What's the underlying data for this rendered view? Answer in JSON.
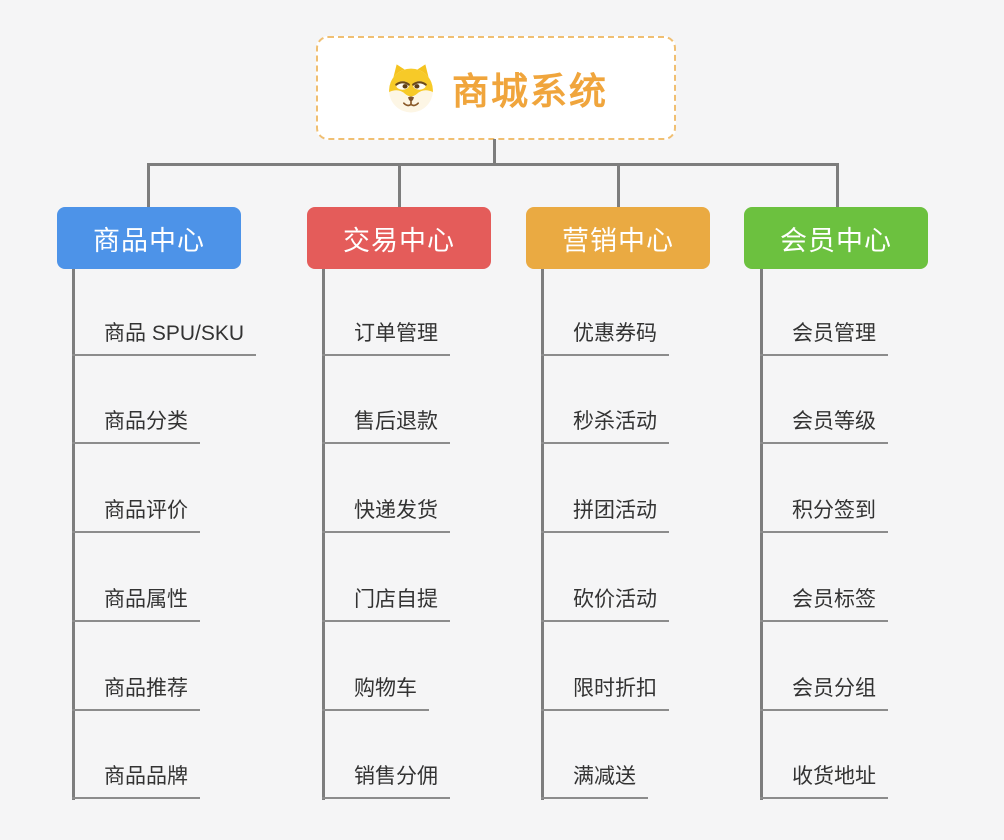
{
  "root": {
    "title": "商城系统",
    "accent_color": "#F0A53C",
    "icon": "dog-face-icon"
  },
  "connector_color": "#7D7D7D",
  "columns": [
    {
      "title": "商品中心",
      "color": "#4D93E8",
      "items": [
        "商品 SPU/SKU",
        "商品分类",
        "商品评价",
        "商品属性",
        "商品推荐",
        "商品品牌"
      ]
    },
    {
      "title": "交易中心",
      "color": "#E45C5A",
      "items": [
        "订单管理",
        "售后退款",
        "快递发货",
        "门店自提",
        "购物车",
        "销售分佣"
      ]
    },
    {
      "title": "营销中心",
      "color": "#EAAA42",
      "items": [
        "优惠券码",
        "秒杀活动",
        "拼团活动",
        "砍价活动",
        "限时折扣",
        "满减送"
      ]
    },
    {
      "title": "会员中心",
      "color": "#6CC13F",
      "items": [
        "会员管理",
        "会员等级",
        "积分签到",
        "会员标签",
        "会员分组",
        "收货地址"
      ]
    }
  ]
}
